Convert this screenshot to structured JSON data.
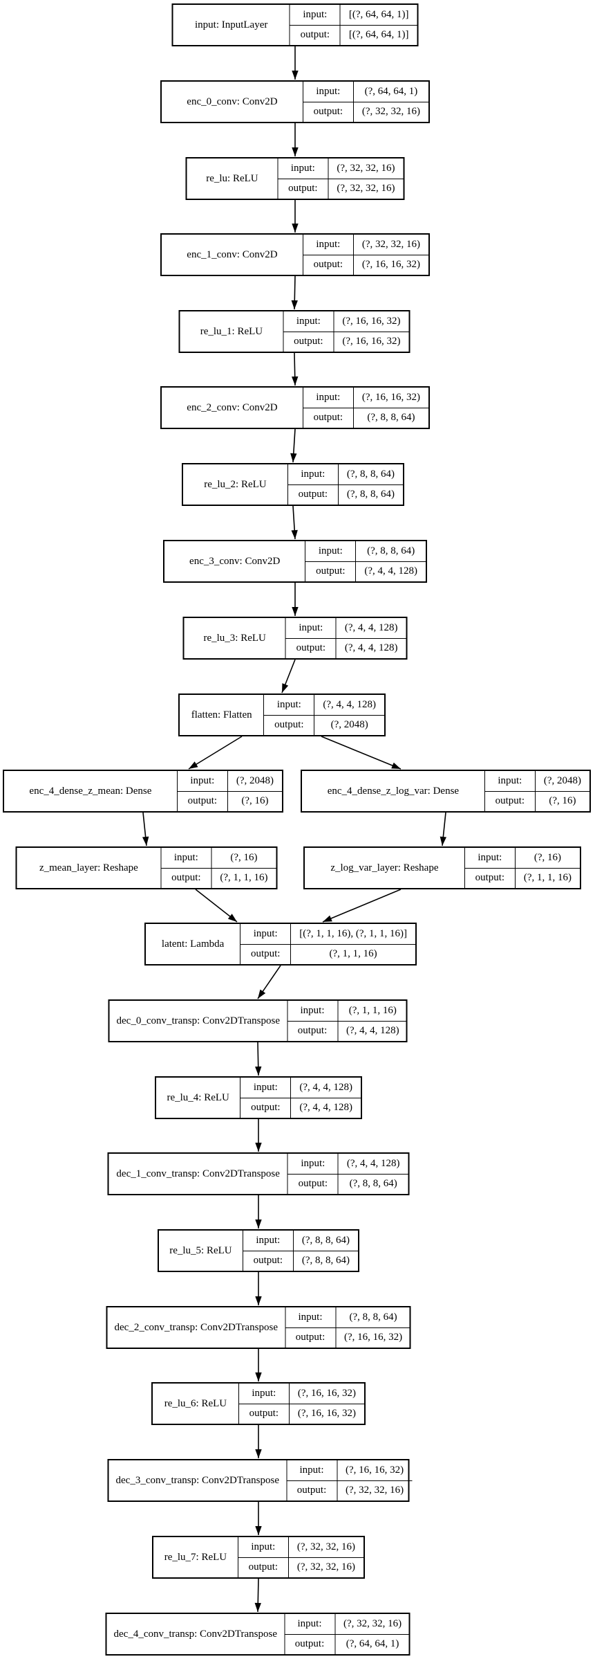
{
  "diagram": {
    "kind": "keras-model-plot",
    "field_labels": {
      "input": "input:",
      "output": "output:"
    },
    "colors": {
      "background": "#ffffff",
      "node_fill": "#ffffff",
      "node_border": "#000000",
      "edge": "#000000",
      "text": "#000000"
    },
    "nodes": [
      {
        "id": "input",
        "label": "input: InputLayer",
        "input": "[(?, 64, 64, 1)]",
        "output": "[(?, 64, 64, 1)]"
      },
      {
        "id": "enc_0_conv",
        "label": "enc_0_conv: Conv2D",
        "input": "(?, 64, 64, 1)",
        "output": "(?, 32, 32, 16)"
      },
      {
        "id": "re_lu",
        "label": "re_lu: ReLU",
        "input": "(?, 32, 32, 16)",
        "output": "(?, 32, 32, 16)"
      },
      {
        "id": "enc_1_conv",
        "label": "enc_1_conv: Conv2D",
        "input": "(?, 32, 32, 16)",
        "output": "(?, 16, 16, 32)"
      },
      {
        "id": "re_lu_1",
        "label": "re_lu_1: ReLU",
        "input": "(?, 16, 16, 32)",
        "output": "(?, 16, 16, 32)"
      },
      {
        "id": "enc_2_conv",
        "label": "enc_2_conv: Conv2D",
        "input": "(?, 16, 16, 32)",
        "output": "(?, 8, 8, 64)"
      },
      {
        "id": "re_lu_2",
        "label": "re_lu_2: ReLU",
        "input": "(?, 8, 8, 64)",
        "output": "(?, 8, 8, 64)"
      },
      {
        "id": "enc_3_conv",
        "label": "enc_3_conv: Conv2D",
        "input": "(?, 8, 8, 64)",
        "output": "(?, 4, 4, 128)"
      },
      {
        "id": "re_lu_3",
        "label": "re_lu_3: ReLU",
        "input": "(?, 4, 4, 128)",
        "output": "(?, 4, 4, 128)"
      },
      {
        "id": "flatten",
        "label": "flatten: Flatten",
        "input": "(?, 4, 4, 128)",
        "output": "(?, 2048)"
      },
      {
        "id": "enc_4_dense_z_mean",
        "label": "enc_4_dense_z_mean: Dense",
        "input": "(?, 2048)",
        "output": "(?, 16)"
      },
      {
        "id": "enc_4_dense_z_log_var",
        "label": "enc_4_dense_z_log_var: Dense",
        "input": "(?, 2048)",
        "output": "(?, 16)"
      },
      {
        "id": "z_mean_layer",
        "label": "z_mean_layer: Reshape",
        "input": "(?, 16)",
        "output": "(?, 1, 1, 16)"
      },
      {
        "id": "z_log_var_layer",
        "label": "z_log_var_layer: Reshape",
        "input": "(?, 16)",
        "output": "(?, 1, 1, 16)"
      },
      {
        "id": "latent",
        "label": "latent: Lambda",
        "input": "[(?, 1, 1, 16), (?, 1, 1, 16)]",
        "output": "(?, 1, 1, 16)"
      },
      {
        "id": "dec_0_conv_transp",
        "label": "dec_0_conv_transp: Conv2DTranspose",
        "input": "(?, 1, 1, 16)",
        "output": "(?, 4, 4, 128)"
      },
      {
        "id": "re_lu_4",
        "label": "re_lu_4: ReLU",
        "input": "(?, 4, 4, 128)",
        "output": "(?, 4, 4, 128)"
      },
      {
        "id": "dec_1_conv_transp",
        "label": "dec_1_conv_transp: Conv2DTranspose",
        "input": "(?, 4, 4, 128)",
        "output": "(?, 8, 8, 64)"
      },
      {
        "id": "re_lu_5",
        "label": "re_lu_5: ReLU",
        "input": "(?, 8, 8, 64)",
        "output": "(?, 8, 8, 64)"
      },
      {
        "id": "dec_2_conv_transp",
        "label": "dec_2_conv_transp: Conv2DTranspose",
        "input": "(?, 8, 8, 64)",
        "output": "(?, 16, 16, 32)"
      },
      {
        "id": "re_lu_6",
        "label": "re_lu_6: ReLU",
        "input": "(?, 16, 16, 32)",
        "output": "(?, 16, 16, 32)"
      },
      {
        "id": "dec_3_conv_transp",
        "label": "dec_3_conv_transp: Conv2DTranspose",
        "input": "(?, 16, 16, 32)",
        "output": "(?, 32, 32, 16)"
      },
      {
        "id": "re_lu_7",
        "label": "re_lu_7: ReLU",
        "input": "(?, 32, 32, 16)",
        "output": "(?, 32, 32, 16)"
      },
      {
        "id": "dec_4_conv_transp",
        "label": "dec_4_conv_transp: Conv2DTranspose",
        "input": "(?, 32, 32, 16)",
        "output": "(?, 64, 64, 1)"
      }
    ],
    "edges": [
      {
        "from": "input",
        "to": "enc_0_conv"
      },
      {
        "from": "enc_0_conv",
        "to": "re_lu"
      },
      {
        "from": "re_lu",
        "to": "enc_1_conv"
      },
      {
        "from": "enc_1_conv",
        "to": "re_lu_1"
      },
      {
        "from": "re_lu_1",
        "to": "enc_2_conv"
      },
      {
        "from": "enc_2_conv",
        "to": "re_lu_2"
      },
      {
        "from": "re_lu_2",
        "to": "enc_3_conv"
      },
      {
        "from": "enc_3_conv",
        "to": "re_lu_3"
      },
      {
        "from": "re_lu_3",
        "to": "flatten"
      },
      {
        "from": "flatten",
        "to": "enc_4_dense_z_mean"
      },
      {
        "from": "flatten",
        "to": "enc_4_dense_z_log_var"
      },
      {
        "from": "enc_4_dense_z_mean",
        "to": "z_mean_layer"
      },
      {
        "from": "enc_4_dense_z_log_var",
        "to": "z_log_var_layer"
      },
      {
        "from": "z_mean_layer",
        "to": "latent"
      },
      {
        "from": "z_log_var_layer",
        "to": "latent"
      },
      {
        "from": "latent",
        "to": "dec_0_conv_transp"
      },
      {
        "from": "dec_0_conv_transp",
        "to": "re_lu_4"
      },
      {
        "from": "re_lu_4",
        "to": "dec_1_conv_transp"
      },
      {
        "from": "dec_1_conv_transp",
        "to": "re_lu_5"
      },
      {
        "from": "re_lu_5",
        "to": "dec_2_conv_transp"
      },
      {
        "from": "dec_2_conv_transp",
        "to": "re_lu_6"
      },
      {
        "from": "re_lu_6",
        "to": "dec_3_conv_transp"
      },
      {
        "from": "dec_3_conv_transp",
        "to": "re_lu_7"
      },
      {
        "from": "re_lu_7",
        "to": "dec_4_conv_transp"
      }
    ]
  }
}
